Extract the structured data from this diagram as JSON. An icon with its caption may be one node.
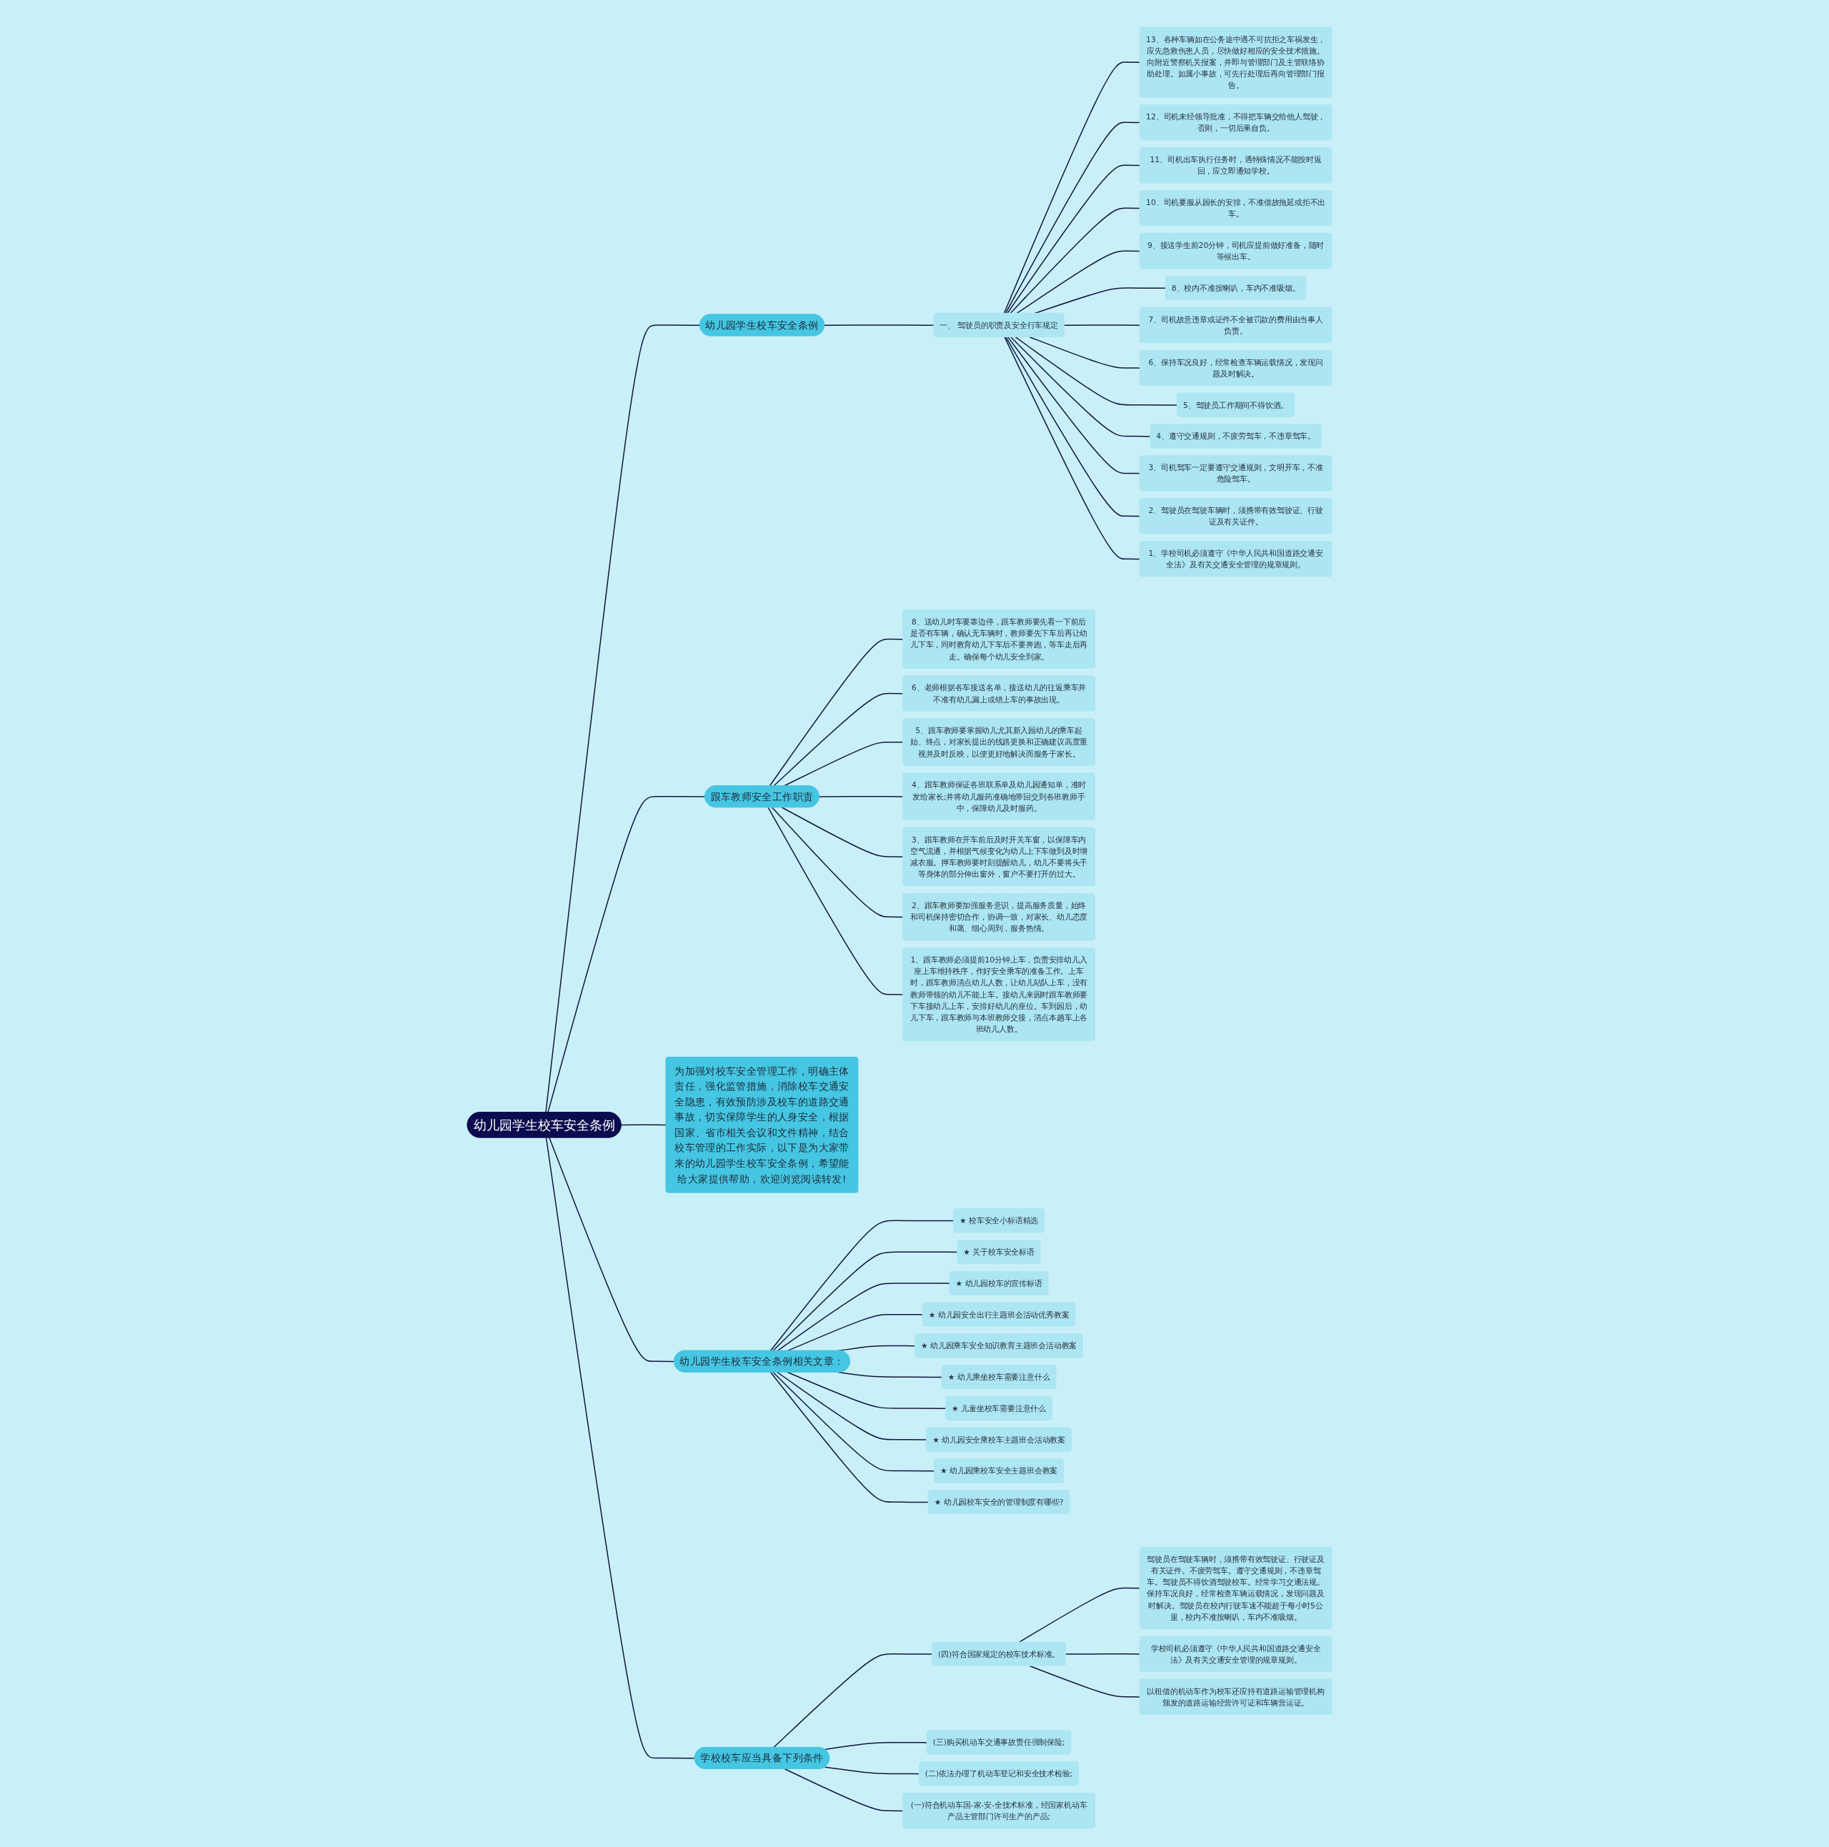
{
  "diagram": {
    "nodes": [
      {
        "text": [
          "幼儿园学生校车安全条例"
        ]
      },
      {
        "text": [
          "为加强对校车安全管理工作，明确主体责任，强化监管措施，消除校车交通安全隐患，有效预防涉及校车的道路交通事故，切实保障学生的人身安全，根据国家、省市相关会议和文件精神，结合校车管理的工作实际，以下是为大家带来的幼儿园学生校车安全条例，希望能给大家提供帮助，欢迎浏览阅读转发!"
        ]
      },
      {
        "text": [
          "幼儿园学生校车安全条例"
        ]
      },
      {
        "text": [
          "一、 驾驶员的职责及安全行车规定"
        ]
      },
      {
        "text": [
          "1、学校司机必须遵守《中华人民共和国道路交通安全法》及有关交通安全管理的规章规则。"
        ]
      },
      {
        "text": [
          "2、驾驶员在驾驶车辆时，须携带有效驾驶证、行驶证及有关证件。"
        ]
      },
      {
        "text": [
          "3、司机驾车一定要遵守交通规则，文明开车，不准危险驾车。"
        ]
      },
      {
        "text": [
          "4、遵守交通规则，不疲劳驾车，不违章驾车。"
        ]
      },
      {
        "text": [
          "5、驾驶员工作期间不得饮酒。"
        ]
      },
      {
        "text": [
          "6、保持车况良好，经常检查车辆运载情况，发现问题及时解决。"
        ]
      },
      {
        "text": [
          "7、司机故意违章或证件不全被罚款的费用由当事人负责。"
        ]
      },
      {
        "text": [
          "8、校内不准按喇叭，车内不准吸烟。"
        ]
      },
      {
        "text": [
          "9、接送学生前20分钟，司机应提前做好准备，随时等候出车。"
        ]
      },
      {
        "text": [
          "10、司机要服从园长的安排，不准借故拖延或拒不出车。"
        ]
      },
      {
        "text": [
          "11、司机出车执行任务时，遇特殊情况不能按时返回，应立即通知学校。"
        ]
      },
      {
        "text": [
          "12、司机未经领导批准，不得把车辆交给他人驾驶，否则，一切后果自负。"
        ]
      },
      {
        "text": [
          "13、各种车辆如在公务途中遇不可抗拒之车祸发生，应先急救伤患人员，尽快做好相应的安全技术措施。向附近警察机关报案，并即与管理部门及主管联络协助处理。如属小事故，可先行处理后再向管理部门报告。"
        ]
      },
      {
        "text": [
          "跟车教师安全工作职责"
        ]
      },
      {
        "text": [
          "1、跟车教师必须提前10分钟上车，负责安排幼儿入座上车维持秩序，作好安全乘车的准备工作。上车时，跟车教师清点幼儿人数，让幼儿站队上车，没有教师带领的幼儿不能上车。接幼儿来园时跟车教师要下车接幼儿上车，安排好幼儿的座位。车到园后，幼儿下车，跟车教师与本班教师交接，清点本趟车上各班幼儿人数。"
        ]
      },
      {
        "text": [
          "2、跟车教师要加强服务意识，提高服务质量，始终和司机保持密切合作，协调一致，对家长、幼儿态度和蔼、细心周到，服务热情。"
        ]
      },
      {
        "text": [
          "3、跟车教师在开车前后及时开关车窗，以保障车内空气流通，并根据气候变化为幼儿上下车做到及时增减衣服。押车教师要时刻提醒幼儿，幼儿不要将头手等身体的部分伸出窗外，窗户不要打开的过大。"
        ]
      },
      {
        "text": [
          "4、跟车教师保证各班联系单及幼儿园通知单，准时发给家长;并将幼儿服药准确地带回交到各班教师手中，保障幼儿及时服药。"
        ]
      },
      {
        "text": [
          "5、跟车教师要掌握幼儿尤其新入园幼儿的乘车起始、终点，对家长提出的线路更换和正确建议高度重视并及时反映，以便更好地解决而服务于家长。"
        ]
      },
      {
        "text": [
          "6、老师根据各车接送名单，接送幼儿的往返乘车并不准有幼儿漏上或错上车的事故出现。"
        ]
      },
      {
        "text": [
          "8、送幼儿时车要靠边停，跟车教师要先看一下前后是否有车辆，确认无车辆时，教师要先下车后再让幼儿下车，同时教育幼儿下车后不要奔跑，等车走后再走。确保每个幼儿安全到家。"
        ]
      },
      {
        "text": [
          "学校校车应当具备下列条件"
        ]
      },
      {
        "text": [
          "(一)符合机动车国-家-安-全技术标准，经国家机动车产品主管部门许可生产的产品;"
        ]
      },
      {
        "text": [
          "(二)依法办理了机动车登记和安全技术检验;"
        ]
      },
      {
        "text": [
          "(三)购买机动车交通事故责任强制保险;"
        ]
      },
      {
        "text": [
          "(四)符合国家规定的校车技术标准。"
        ]
      },
      {
        "text": [
          "以租借的机动车作为校车还应持有道路运输管理机构颁发的道路运输经营许可证和车辆营运证。"
        ]
      },
      {
        "text": [
          "学校司机必须遵守《中华人民共和国道路交通安全法》及有关交通安全管理的规章规则。"
        ]
      },
      {
        "text": [
          "驾驶员在驾驶车辆时，须携带有效驾驶证、行驶证及有关证件。不疲劳驾车。遵守交通规则，不违章驾车。驾驶员不得饮酒驾驶校车。经常学习交通法规。保持车况良好，经常检查车辆运载情况，发现问题及时解决。驾驶员在校内行驶车速不能超于每小时5公里，校内不准按喇叭，车内不准吸烟。"
        ]
      },
      {
        "text": [
          "幼儿园学生校车安全条例相关文章："
        ]
      },
      {
        "text": [
          "★ 幼儿园校车安全的管理制度有哪些?"
        ]
      },
      {
        "text": [
          "★ 幼儿园乘校车安全主题班会教案"
        ]
      },
      {
        "text": [
          "★ 幼儿园安全乘校车主题班会活动教案"
        ]
      },
      {
        "text": [
          "★ 儿童坐校车需要注意什么"
        ]
      },
      {
        "text": [
          "★ 幼儿乘坐校车需要注意什么"
        ]
      },
      {
        "text": [
          "★ 幼儿园乘车安全知识教育主题班会活动教案"
        ]
      },
      {
        "text": [
          "★ 幼儿园安全出行主题班会活动优秀教案"
        ]
      },
      {
        "text": [
          "★ 幼儿园校车的宣传标语"
        ]
      },
      {
        "text": [
          "★ 关于校车安全标语"
        ]
      },
      {
        "text": [
          "★ 校车安全小标语精选"
        ]
      }
    ],
    "edges": [
      {
        "from": 0,
        "to": 1,
        "arrow": "none"
      },
      {
        "from": 0,
        "to": 2,
        "arrow": "none"
      },
      {
        "from": 2,
        "to": 3,
        "arrow": "none"
      },
      {
        "from": 3,
        "to": 4,
        "arrow": "none"
      },
      {
        "from": 3,
        "to": 5,
        "arrow": "none"
      },
      {
        "from": 3,
        "to": 6,
        "arrow": "none"
      },
      {
        "from": 3,
        "to": 7,
        "arrow": "none"
      },
      {
        "from": 3,
        "to": 8,
        "arrow": "none"
      },
      {
        "from": 3,
        "to": 9,
        "arrow": "none"
      },
      {
        "from": 3,
        "to": 10,
        "arrow": "none"
      },
      {
        "from": 3,
        "to": 11,
        "arrow": "none"
      },
      {
        "from": 3,
        "to": 12,
        "arrow": "none"
      },
      {
        "from": 3,
        "to": 13,
        "arrow": "none"
      },
      {
        "from": 3,
        "to": 14,
        "arrow": "none"
      },
      {
        "from": 3,
        "to": 15,
        "arrow": "none"
      },
      {
        "from": 3,
        "to": 16,
        "arrow": "none"
      },
      {
        "from": 0,
        "to": 17,
        "arrow": "none"
      },
      {
        "from": 17,
        "to": 18,
        "arrow": "none"
      },
      {
        "from": 17,
        "to": 19,
        "arrow": "none"
      },
      {
        "from": 17,
        "to": 20,
        "arrow": "none"
      },
      {
        "from": 17,
        "to": 21,
        "arrow": "none"
      },
      {
        "from": 17,
        "to": 22,
        "arrow": "none"
      },
      {
        "from": 17,
        "to": 23,
        "arrow": "none"
      },
      {
        "from": 17,
        "to": 24,
        "arrow": "none"
      },
      {
        "from": 0,
        "to": 25,
        "arrow": "none"
      },
      {
        "from": 25,
        "to": 26,
        "arrow": "none"
      },
      {
        "from": 25,
        "to": 27,
        "arrow": "none"
      },
      {
        "from": 25,
        "to": 28,
        "arrow": "none"
      },
      {
        "from": 25,
        "to": 29,
        "arrow": "none"
      },
      {
        "from": 29,
        "to": 30,
        "arrow": "none"
      },
      {
        "from": 29,
        "to": 31,
        "arrow": "none"
      },
      {
        "from": 29,
        "to": 32,
        "arrow": "none"
      },
      {
        "from": 0,
        "to": 33,
        "arrow": "none"
      },
      {
        "from": 33,
        "to": 34,
        "arrow": "none"
      },
      {
        "from": 33,
        "to": 35,
        "arrow": "none"
      },
      {
        "from": 33,
        "to": 36,
        "arrow": "none"
      },
      {
        "from": 33,
        "to": 37,
        "arrow": "none"
      },
      {
        "from": 33,
        "to": 38,
        "arrow": "none"
      },
      {
        "from": 33,
        "to": 39,
        "arrow": "none"
      },
      {
        "from": 33,
        "to": 40,
        "arrow": "none"
      },
      {
        "from": 33,
        "to": 41,
        "arrow": "none"
      },
      {
        "from": 33,
        "to": 42,
        "arrow": "none"
      },
      {
        "from": 33,
        "to": 43,
        "arrow": "none"
      }
    ]
  }
}
